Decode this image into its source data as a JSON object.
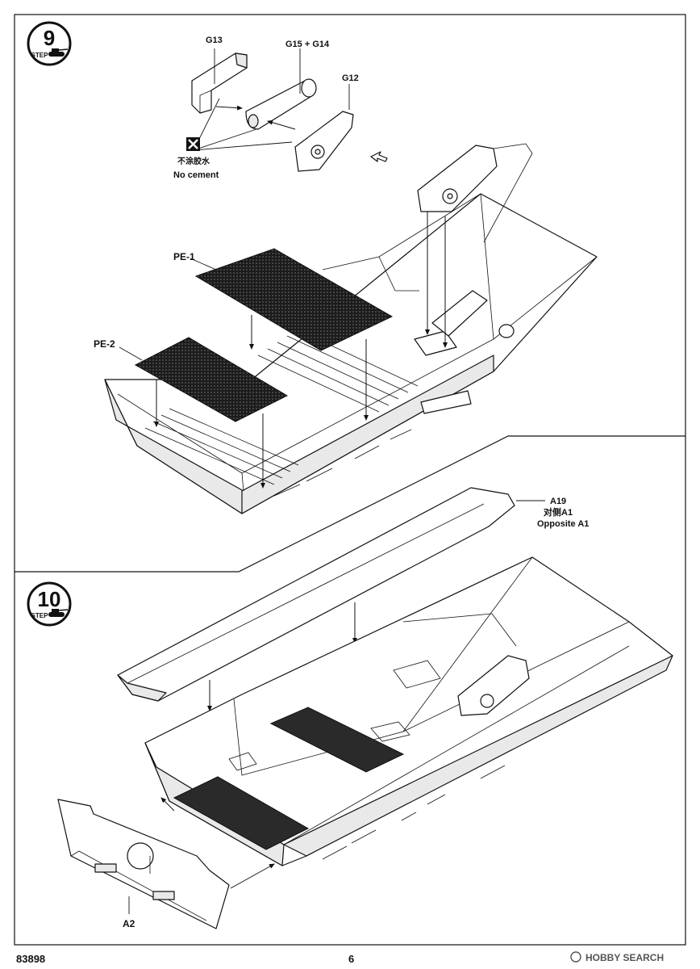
{
  "steps": [
    {
      "number": "9",
      "step_word": "STEP",
      "labels": {
        "g13": "G13",
        "g15_g14": "G15 + G14",
        "g12": "G12",
        "pe1": "PE-1",
        "pe2": "PE-2",
        "a19": "A19",
        "a19_cn": "对侧A1",
        "a19_en": "Opposite A1"
      },
      "note": {
        "icon": "no-cement-icon",
        "cn": "不涂胶水",
        "en": "No cement"
      }
    },
    {
      "number": "10",
      "step_word": "STEP",
      "labels": {
        "a2": "A2"
      }
    }
  ],
  "footer": {
    "kit_number": "83898",
    "page_number": "6",
    "watermark": "HOBBY SEARCH"
  },
  "colors": {
    "ink": "#111111",
    "paper": "#ffffff",
    "photo_etch": "#1b1b1b"
  }
}
